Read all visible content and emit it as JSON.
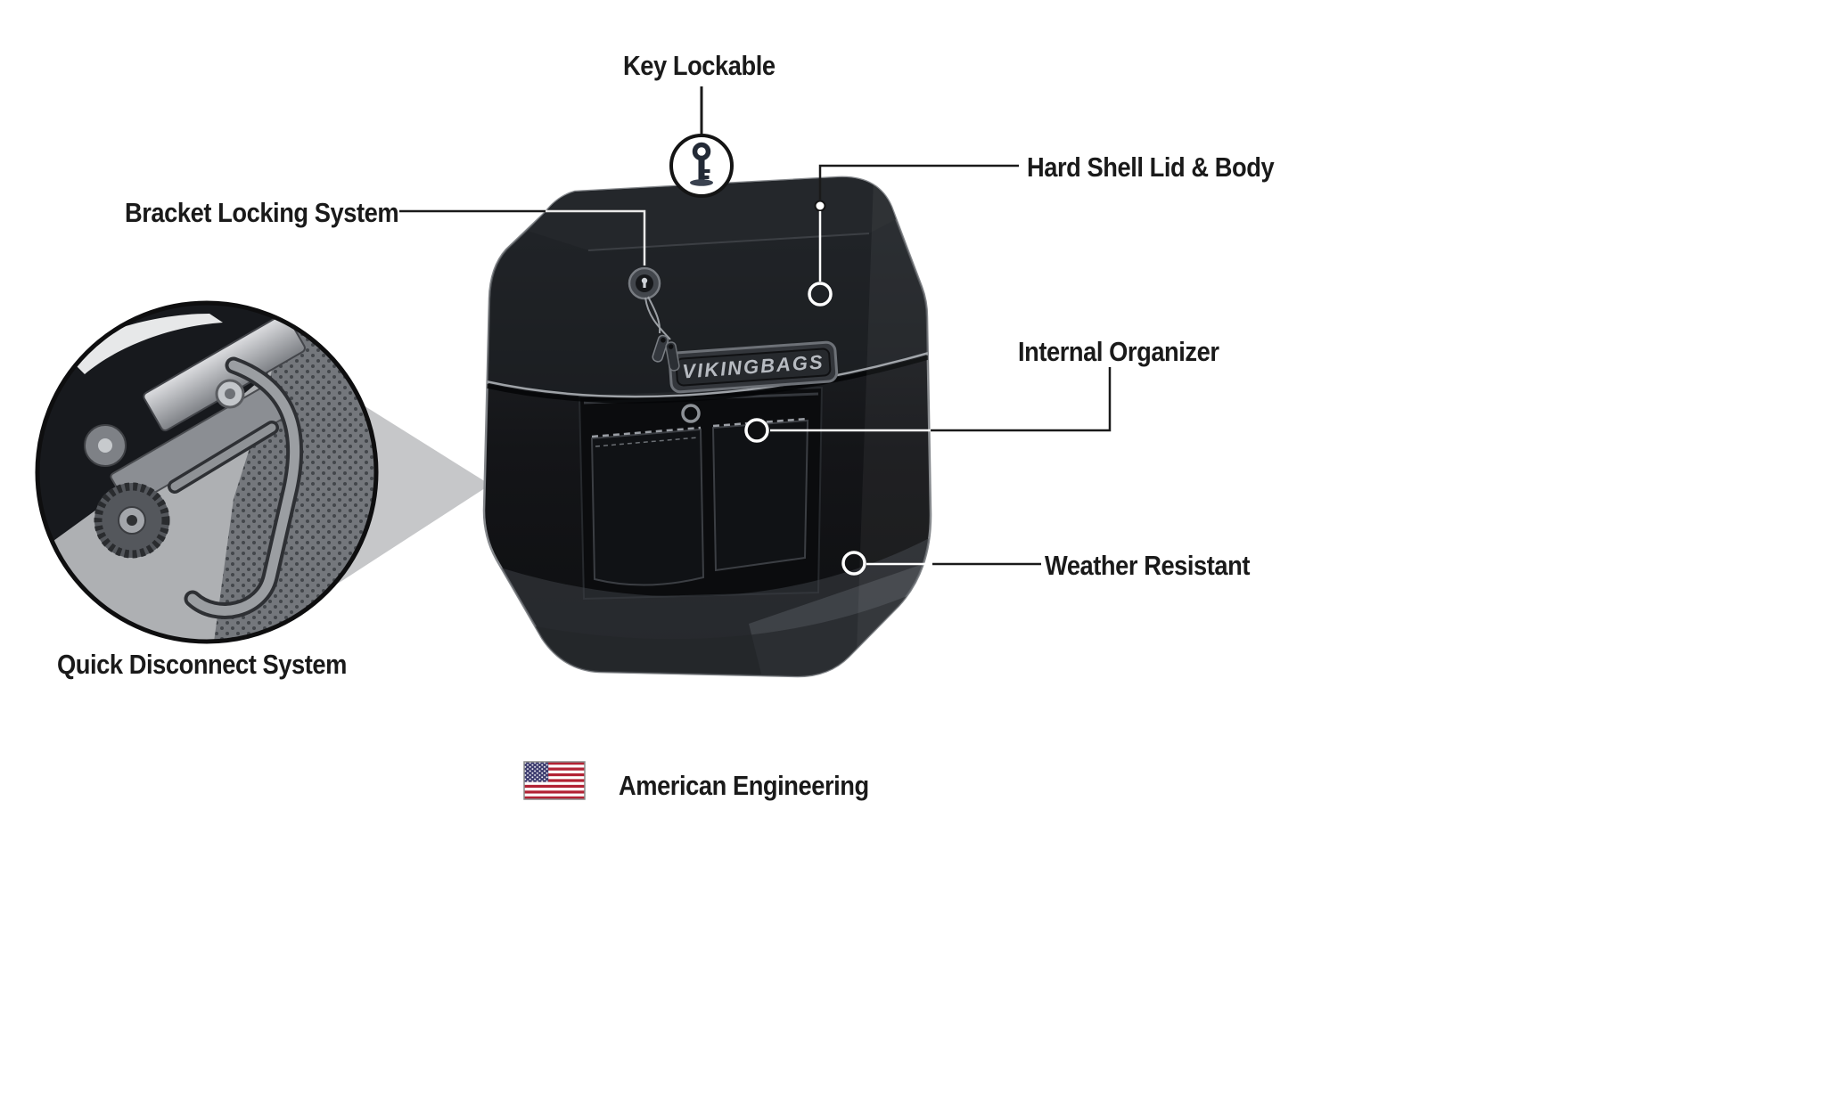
{
  "callouts": {
    "key_lockable": "Key Lockable",
    "hard_shell": "Hard Shell Lid & Body",
    "bracket_locking": "Bracket Locking System",
    "internal_organizer": "Internal Organizer",
    "weather_resistant": "Weather Resistant",
    "quick_disconnect": "Quick Disconnect System",
    "american_engineering": "American Engineering"
  },
  "product": {
    "brand_plate": "VIKINGBAGS"
  },
  "icons": {
    "key": "key-icon",
    "us_flag": "us-flag-icon"
  },
  "colors": {
    "background": "#ffffff",
    "text": "#1a1a1a",
    "callout_line": "#1a1a1a",
    "bag_dark": "#0e0f11",
    "bag_mid": "#26292d",
    "flag_red": "#B22234",
    "flag_blue": "#3C3B6E"
  }
}
